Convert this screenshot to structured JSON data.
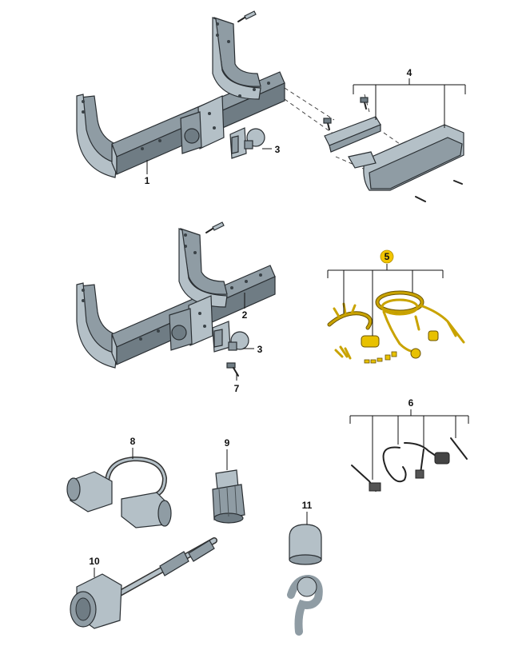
{
  "callouts": {
    "c1": "1",
    "c2": "2",
    "c3a": "3",
    "c3b": "3",
    "c4": "4",
    "c5": "5",
    "c6": "6",
    "c7": "7",
    "c8": "8",
    "c9": "9",
    "c10": "10",
    "c11": "11"
  },
  "colors": {
    "frame": "#8f9ca4",
    "wiring": "#c9a300",
    "highlight": "#f2c500",
    "line": "#111111"
  }
}
